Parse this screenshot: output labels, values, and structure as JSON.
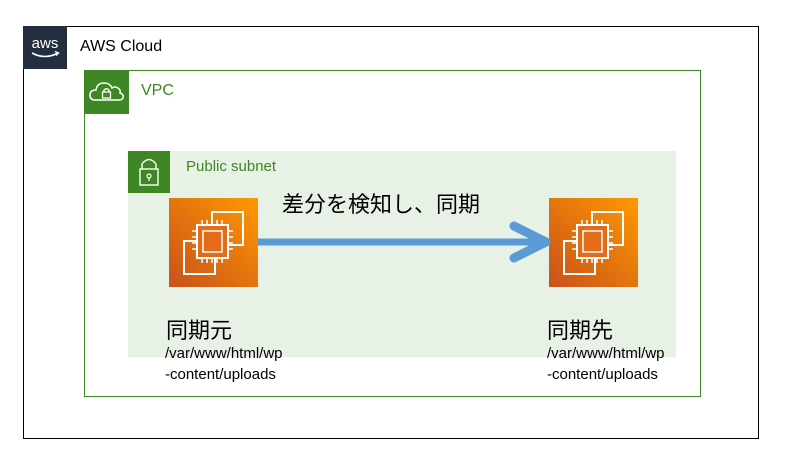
{
  "cloud": {
    "label": "AWS Cloud",
    "logo_text": "aws",
    "border_color": "#000000",
    "logo_bg": "#232f3e"
  },
  "vpc": {
    "label": "VPC",
    "icon": "cloud-lock-icon",
    "color": "#3f8624"
  },
  "subnet": {
    "label": "Public subnet",
    "icon": "lock-icon",
    "color": "#3f8624",
    "bg": "#e8f1e6"
  },
  "arrow": {
    "label": "差分を検知し、同期",
    "color": "#5b9bd5"
  },
  "source": {
    "title": "同期元",
    "path_line1": "/var/www/html/wp",
    "path_line2": "-content/uploads",
    "icon": "ec2-instance-icon"
  },
  "destination": {
    "title": "同期先",
    "path_line1": "/var/www/html/wp",
    "path_line2": "-content/uploads",
    "icon": "ec2-instance-icon"
  }
}
